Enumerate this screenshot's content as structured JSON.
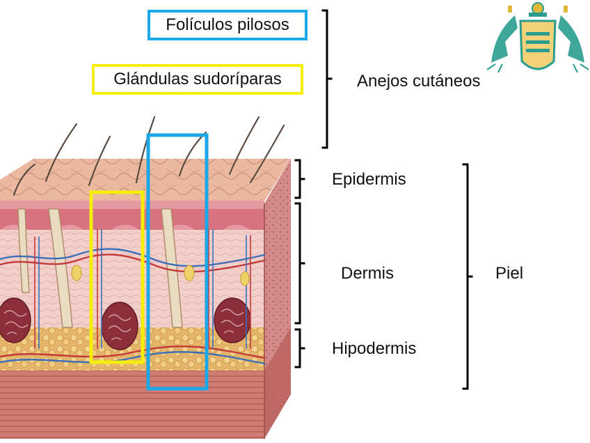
{
  "labels": {
    "foliculos": "Folículos pilosos",
    "glandulas": "Glándulas sudoríparas",
    "anejos": "Anejos cutáneos",
    "epidermis": "Epidermis",
    "dermis": "Dermis",
    "hipodermis": "Hipodermis",
    "piel": "Piel"
  },
  "colors": {
    "foliculos_box": "#1ea7e6",
    "glandulas_box": "#f5ee0a",
    "epidermis_top": "#e9b49a",
    "dermis": "#f0c6c6",
    "hipodermis": "#e8c27a",
    "muscle": "#c8726a",
    "logo": "#2a9d8f"
  },
  "icons": [
    "university-crest-logo",
    "skin-cross-section-illustration",
    "brace-icon"
  ]
}
